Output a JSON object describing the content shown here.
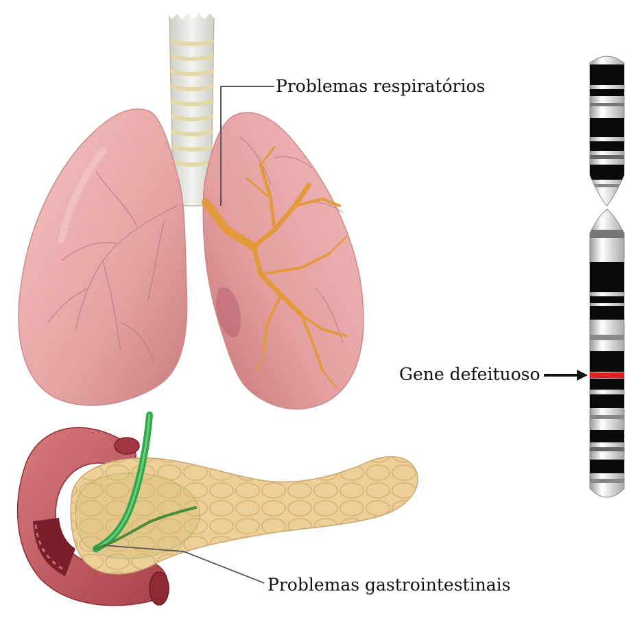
{
  "labels": {
    "respiratory": "Problemas respiratórios",
    "defective_gene": "Gene defeituoso",
    "gastrointestinal": "Problemas gastrointestinais"
  },
  "colors": {
    "lung": "#e9a6a6",
    "lung_dark": "#c97878",
    "trachea": "#e6e6dc",
    "bronchi_highlight": "#e39a3c",
    "pancreas": "#eccf98",
    "duodenum": "#b8505a",
    "bile_duct": "#2fa84a",
    "chromosome_band": "#0a0a0a",
    "defective_gene_band": "#e02020"
  },
  "icons": {
    "lungs": "lungs-illustration",
    "pancreas": "pancreas-illustration",
    "chromosome": "chromosome-illustration",
    "arrow": "arrow-right-icon"
  }
}
